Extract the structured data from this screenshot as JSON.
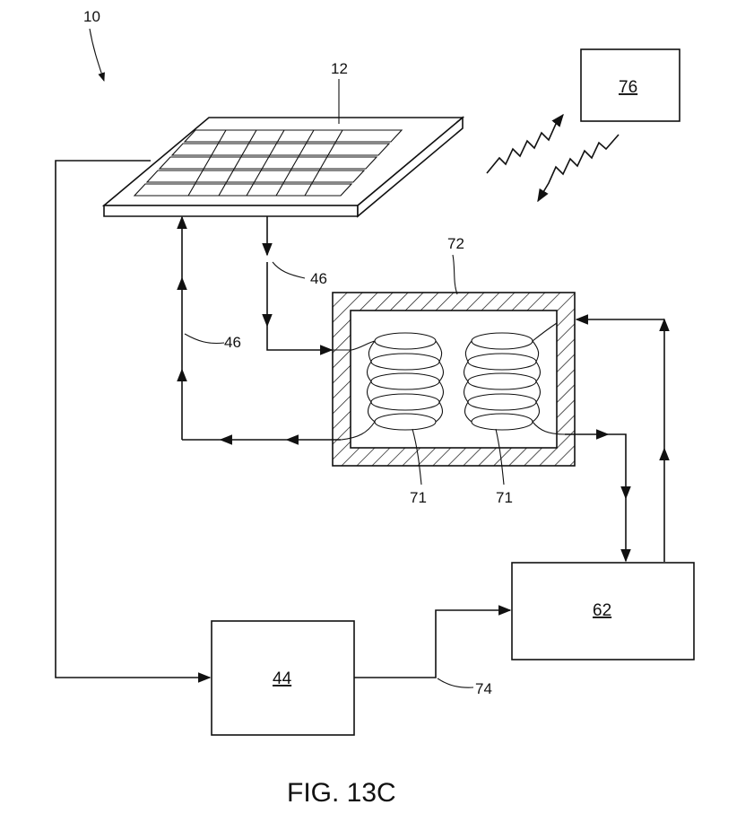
{
  "figure": {
    "caption": "FIG. 13C",
    "labels": {
      "system": "10",
      "panel": "12",
      "conduit_left": "46",
      "conduit_top": "46",
      "enclosure": "72",
      "coil_left": "71",
      "coil_right": "71",
      "box_44": "44",
      "box_62": "62",
      "box_76": "76",
      "line_74": "74"
    }
  }
}
